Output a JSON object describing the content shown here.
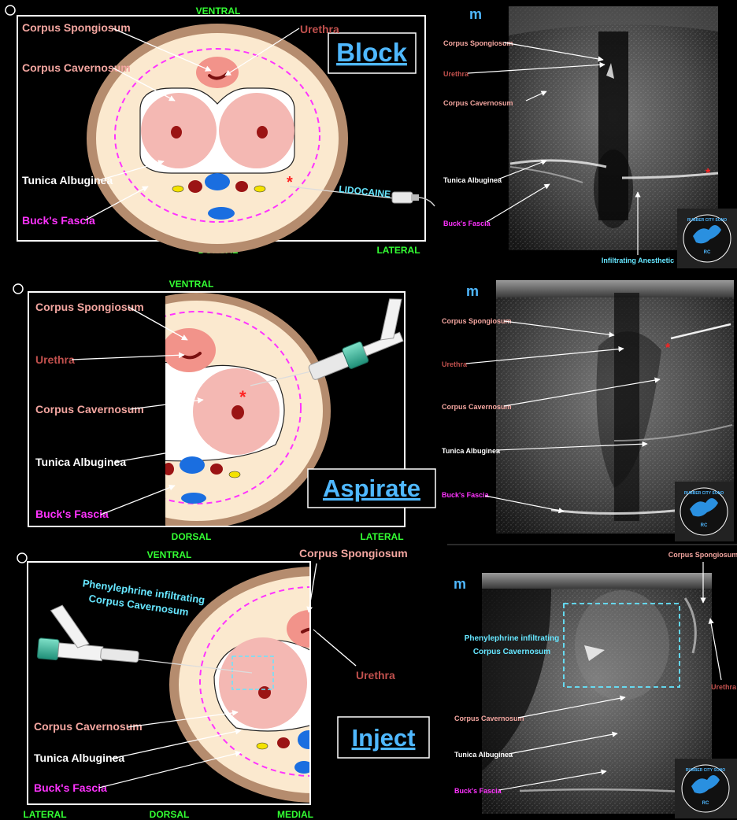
{
  "colors": {
    "spongiosum": "#f4a6a0",
    "urethra": "#c0504d",
    "cavernosum": "#ffffff",
    "tunica": "#ffffff",
    "bucks": "#ff33ff",
    "orientation": "#33ff33",
    "lidocaine": "#66e6ff",
    "step_box": "#4fb8ff",
    "asterisk": "#ff2222"
  },
  "panels": [
    {
      "step": "Block",
      "orient": {
        "top": "VENTRAL",
        "bottom": "DORSAL",
        "right": "LATERAL"
      },
      "labels": {
        "spongiosum": "Corpus Spongiosum",
        "urethra": "Urethra",
        "cavernosum": "Corpus Cavernosum",
        "tunica": "Tunica Albuginea",
        "bucks": "Buck's Fascia",
        "drug": "LIDOCAINE"
      },
      "us": {
        "spongiosum": "Corpus Spongiosum",
        "urethra": "Urethra",
        "cavernosum": "Corpus Cavernosum",
        "tunica": "Tunica Albuginea",
        "bucks": "Buck's Fascia",
        "extra": "Infiltrating Anesthetic"
      }
    },
    {
      "step": "Aspirate",
      "orient": {
        "top": "VENTRAL",
        "bottom": "DORSAL",
        "right": "LATERAL"
      },
      "labels": {
        "spongiosum": "Corpus Spongiosum",
        "urethra": "Urethra",
        "cavernosum": "Corpus Cavernosum",
        "tunica": "Tunica Albuginea",
        "bucks": "Buck's Fascia"
      },
      "us": {
        "spongiosum": "Corpus Spongiosum",
        "urethra": "Urethra",
        "cavernosum": "Corpus Cavernosum",
        "tunica": "Tunica Albuginea",
        "bucks": "Buck's Fascia"
      }
    },
    {
      "step": "Inject",
      "orient": {
        "top": "VENTRAL",
        "bottom": "DORSAL",
        "left": "LATERAL",
        "right": "MEDIAL"
      },
      "labels": {
        "spongiosum": "Corpus Spongiosum",
        "urethra": "Urethra",
        "cavernosum": "Corpus Cavernosum",
        "tunica": "Tunica Albuginea",
        "bucks": "Buck's Fascia",
        "drug_line1": "Phenylephrine infiltrating",
        "drug_line2": "Corpus Cavernosum"
      },
      "us": {
        "spongiosum": "Corpus Spongiosum",
        "urethra": "Urethra",
        "cavernosum": "Corpus Cavernosum",
        "tunica": "Tunica Albuginea",
        "bucks": "Buck's Fascia",
        "drug_line1": "Phenylephrine infiltrating",
        "drug_line2": "Corpus Cavernosum"
      }
    }
  ],
  "logo": {
    "arc_text": "RUBBER CITY SONO",
    "sub": "RC"
  },
  "probe_marker": "m"
}
